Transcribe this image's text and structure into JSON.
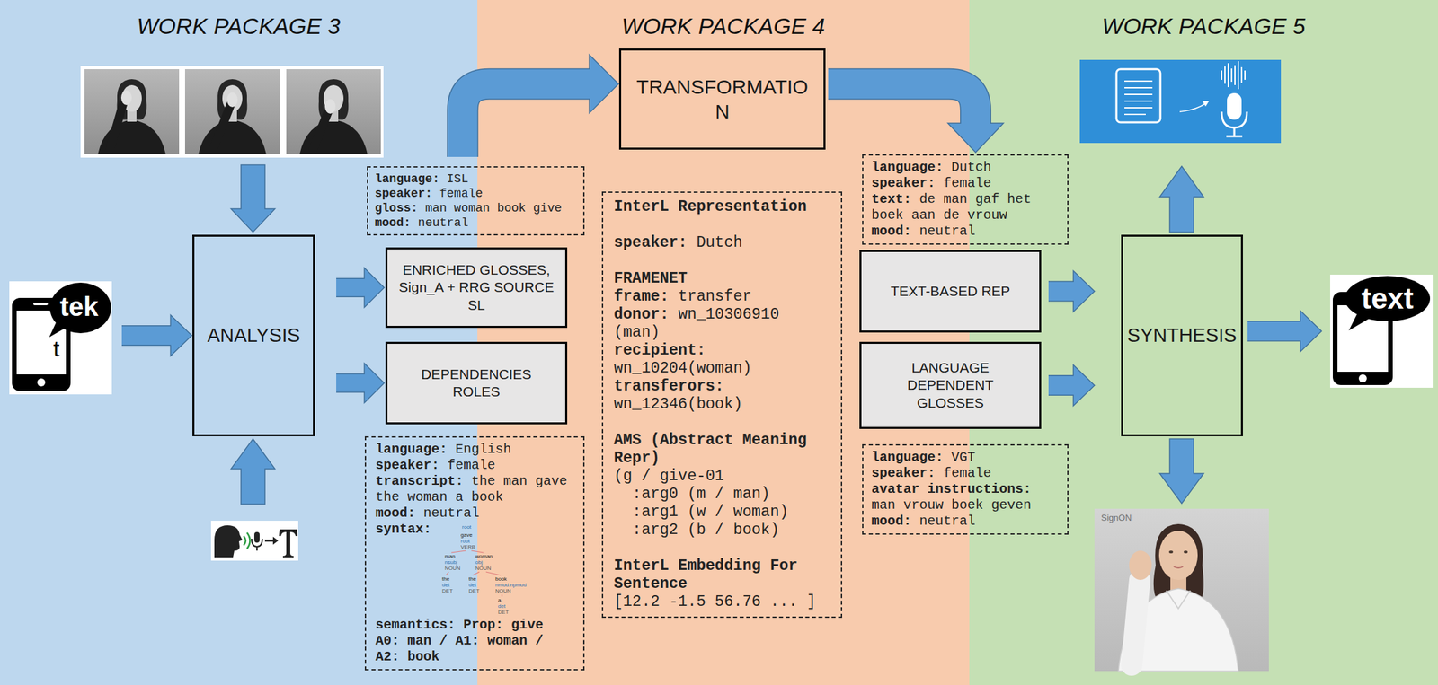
{
  "diagram": {
    "nodes": [
      {
        "text": [
          "WORK PACKAGE 3"
        ]
      },
      {
        "text": [
          "WORK PACKAGE 4"
        ]
      },
      {
        "text": [
          "WORK PACKAGE 5"
        ]
      },
      {
        "text": [
          "tek",
          "t"
        ],
        "in": 0
      },
      {
        "text": [
          "ANALYSIS"
        ],
        "in": 0
      },
      {
        "text": [
          "language:",
          "ISL",
          "speaker:",
          "female",
          "gloss:",
          "man woman book give",
          "mood:",
          "neutral"
        ]
      },
      {
        "text": [
          "ENRICHED GLOSSES, Sign_A + RRG SOURCE SL"
        ]
      },
      {
        "text": [
          "DEPENDENCIES ROLES"
        ]
      },
      {
        "text": [
          "language:",
          "English",
          "speaker:",
          "female",
          "transcript:",
          "the man gave the woman a book",
          "mood:",
          "neutral",
          "syntax:",
          "semantics: Prop: give A0: man / A1: woman / A2: book"
        ]
      },
      {
        "text": [
          "TRANSFORMATIO N"
        ],
        "in": 1
      },
      {
        "text": [
          "InterL Representation",
          "speaker:",
          "Dutch",
          "FRAMENET",
          "frame:",
          "transfer",
          "donor:",
          "wn_10306910 (man)",
          "recipient:",
          "wn_10204(woman)",
          "transferors:",
          "wn_12346(book)",
          "AMS (Abstract Meaning Repr)",
          "(g / give-01",
          ":arg0 (m / man)",
          ":arg1 (w / woman)",
          ":arg2 (b / book)",
          "InterL Embedding For Sentence",
          "[12.2 -1.5 56.76 ... ]"
        ],
        "in": 1
      },
      {
        "text": [
          "language:",
          "Dutch",
          "speaker:",
          "female",
          "text:",
          "de man gaf het boek aan de vrouw",
          "mood:",
          "neutral"
        ]
      },
      {
        "text": [
          "TEXT-BASED REP"
        ]
      },
      {
        "text": [
          "LANGUAGE DEPENDENT GLOSSES"
        ]
      },
      {
        "text": [
          "language:",
          "VGT",
          "speaker:",
          "female",
          "avatar instructions:",
          "man vrouw boek geven",
          "mood:",
          "neutral"
        ]
      },
      {
        "text": [
          "SYNTHESIS"
        ],
        "in": 2
      },
      {
        "text": [
          "text"
        ],
        "in": 2
      }
    ],
    "edges": [
      {
        "from": 3,
        "to": 4,
        "arrow": "to"
      },
      {
        "from": 4,
        "to": 6,
        "arrow": "to"
      },
      {
        "from": 4,
        "to": 7,
        "arrow": "to"
      },
      {
        "from": 5,
        "to": 9,
        "arrow": "to"
      },
      {
        "from": 9,
        "to": 11,
        "arrow": "to"
      },
      {
        "from": 12,
        "to": 15,
        "arrow": "to"
      },
      {
        "from": 13,
        "to": 15,
        "arrow": "to"
      },
      {
        "from": 15,
        "to": 16,
        "arrow": "to"
      }
    ],
    "labels": [
      "root",
      "gave",
      "root",
      "VERB",
      "man",
      "nsubj",
      "NOUN",
      "woman",
      "obj",
      "NOUN",
      "the",
      "det",
      "DET",
      "the",
      "det",
      "DET",
      "book",
      "nmod:npmod",
      "NOUN",
      "a",
      "det",
      "DET",
      "SignON"
    ]
  }
}
